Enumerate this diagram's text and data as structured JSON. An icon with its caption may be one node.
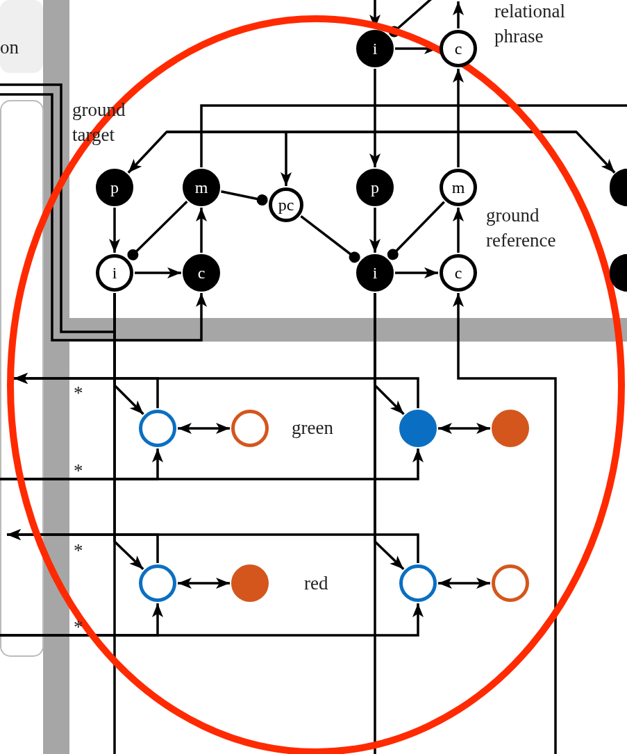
{
  "diagram": {
    "nodes": [
      {
        "text": [
          "i"
        ]
      },
      {
        "text": [
          "c"
        ]
      },
      {
        "text": [
          "p"
        ]
      },
      {
        "text": [
          "m"
        ]
      },
      {
        "text": [
          "pc"
        ]
      },
      {
        "text": [
          "p"
        ]
      },
      {
        "text": [
          "m"
        ]
      },
      {
        "text": [
          "i"
        ]
      },
      {
        "text": [
          "c"
        ]
      },
      {
        "text": [
          "i"
        ]
      },
      {
        "text": [
          "c"
        ]
      },
      {
        "text": [],
        "shape": "circle"
      },
      {
        "text": [],
        "shape": "circle"
      },
      {
        "text": [],
        "shape": "circle"
      },
      {
        "text": [],
        "shape": "circle"
      },
      {
        "text": [],
        "shape": "circle"
      },
      {
        "text": [],
        "shape": "circle"
      },
      {
        "text": [],
        "shape": "circle"
      },
      {
        "text": [],
        "shape": "circle"
      },
      {
        "text": [],
        "shape": "circle"
      },
      {
        "text": [],
        "shape": "circle"
      }
    ],
    "edges": [
      {
        "from": null,
        "to": 0,
        "arrow": "to"
      },
      {
        "from": 0,
        "to": 1,
        "arrow": "to"
      },
      {
        "from": 1,
        "to": null,
        "arrow": "to"
      },
      {
        "from": null,
        "to": 0,
        "arrow": "other"
      },
      {
        "from": 0,
        "to": 5,
        "arrow": "to"
      },
      {
        "from": 6,
        "to": 1,
        "arrow": "to"
      },
      {
        "from": 10,
        "to": 6,
        "arrow": "to"
      },
      {
        "from": 9,
        "to": 10,
        "arrow": "to"
      },
      {
        "from": 5,
        "to": 9,
        "arrow": "to"
      },
      {
        "from": 6,
        "to": 9,
        "arrow": "other"
      },
      {
        "from": 4,
        "to": 9,
        "arrow": "other"
      },
      {
        "from": 3,
        "to": 4,
        "arrow": "other"
      },
      {
        "from": 3,
        "to": 7,
        "arrow": "other"
      },
      {
        "from": 2,
        "to": 7,
        "arrow": "to"
      },
      {
        "from": 7,
        "to": 8,
        "arrow": "to"
      },
      {
        "from": 8,
        "to": 3,
        "arrow": "to"
      },
      {
        "from": 3,
        "to": null,
        "arrow": "none"
      },
      {
        "from": null,
        "to": 2,
        "arrow": "to"
      },
      {
        "from": null,
        "to": 4,
        "arrow": "to"
      },
      {
        "from": null,
        "to": 19,
        "arrow": "to"
      },
      {
        "from": 7,
        "to": null,
        "arrow": "none"
      },
      {
        "from": null,
        "to": 8,
        "arrow": "to"
      },
      {
        "from": 7,
        "to": null,
        "arrow": "none"
      },
      {
        "from": 9,
        "to": null,
        "arrow": "none"
      },
      {
        "from": null,
        "to": 10,
        "arrow": "to"
      },
      {
        "from": 7,
        "to": 11,
        "arrow": "to"
      },
      {
        "from": 11,
        "to": 12,
        "arrow": "both"
      },
      {
        "from": 11,
        "to": null,
        "arrow": "to"
      },
      {
        "from": 13,
        "to": null,
        "arrow": "to"
      },
      {
        "from": null,
        "to": 11,
        "arrow": "to"
      },
      {
        "from": null,
        "to": 13,
        "arrow": "to"
      },
      {
        "from": 9,
        "to": 13,
        "arrow": "to"
      },
      {
        "from": 13,
        "to": 14,
        "arrow": "both"
      },
      {
        "from": 7,
        "to": 15,
        "arrow": "to"
      },
      {
        "from": 15,
        "to": 16,
        "arrow": "both"
      },
      {
        "from": 15,
        "to": null,
        "arrow": "to"
      },
      {
        "from": 17,
        "to": null,
        "arrow": "to"
      },
      {
        "from": null,
        "to": 15,
        "arrow": "to"
      },
      {
        "from": null,
        "to": 17,
        "arrow": "to"
      },
      {
        "from": 9,
        "to": 17,
        "arrow": "to"
      },
      {
        "from": 17,
        "to": 18,
        "arrow": "both"
      }
    ],
    "labels": [
      "relational phrase",
      "on",
      "ground target",
      "ground reference",
      "*",
      "green",
      "*",
      "*",
      "red",
      "*"
    ]
  }
}
